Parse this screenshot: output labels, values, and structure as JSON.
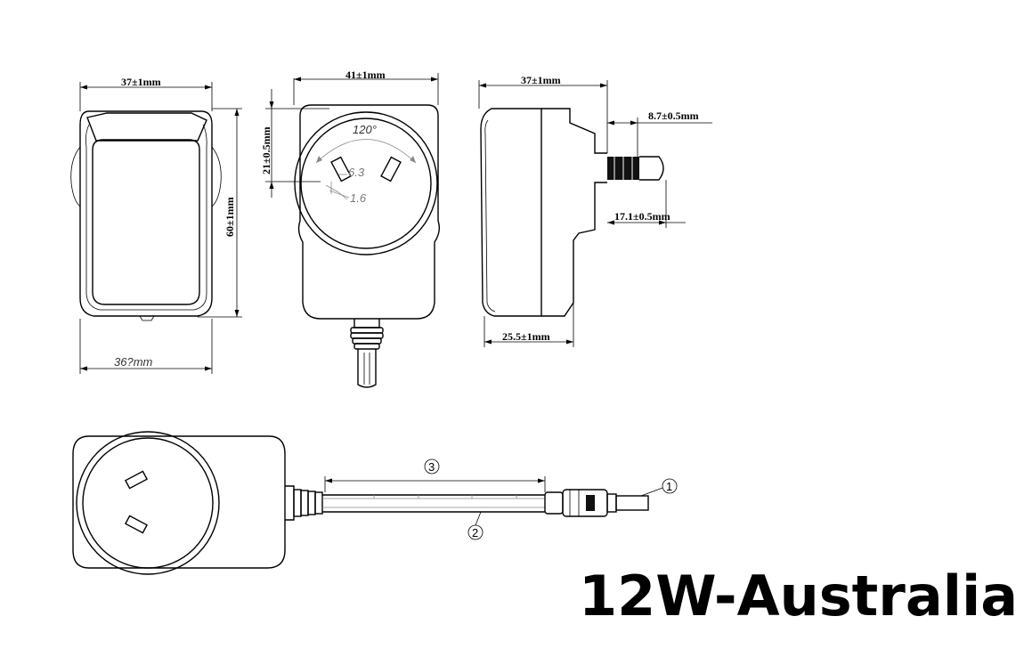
{
  "title": "12W-Australia",
  "dimensions": {
    "front_width": "37±1mm",
    "front_height": "60±1mm",
    "front_bottom_width": "36?mm",
    "face_width": "41±1mm",
    "face_pin_offset": "21±0.5mm",
    "face_angle": "120°",
    "pin_width": "6.3",
    "pin_thickness": "1.6",
    "side_width": "37±1mm",
    "pin_pitch": "8.7±0.5mm",
    "pin_length": "17.1±0.5mm",
    "side_depth": "25.5±1mm"
  },
  "callouts": {
    "dc_plug": "1",
    "cable": "2",
    "cable_length": "3"
  }
}
